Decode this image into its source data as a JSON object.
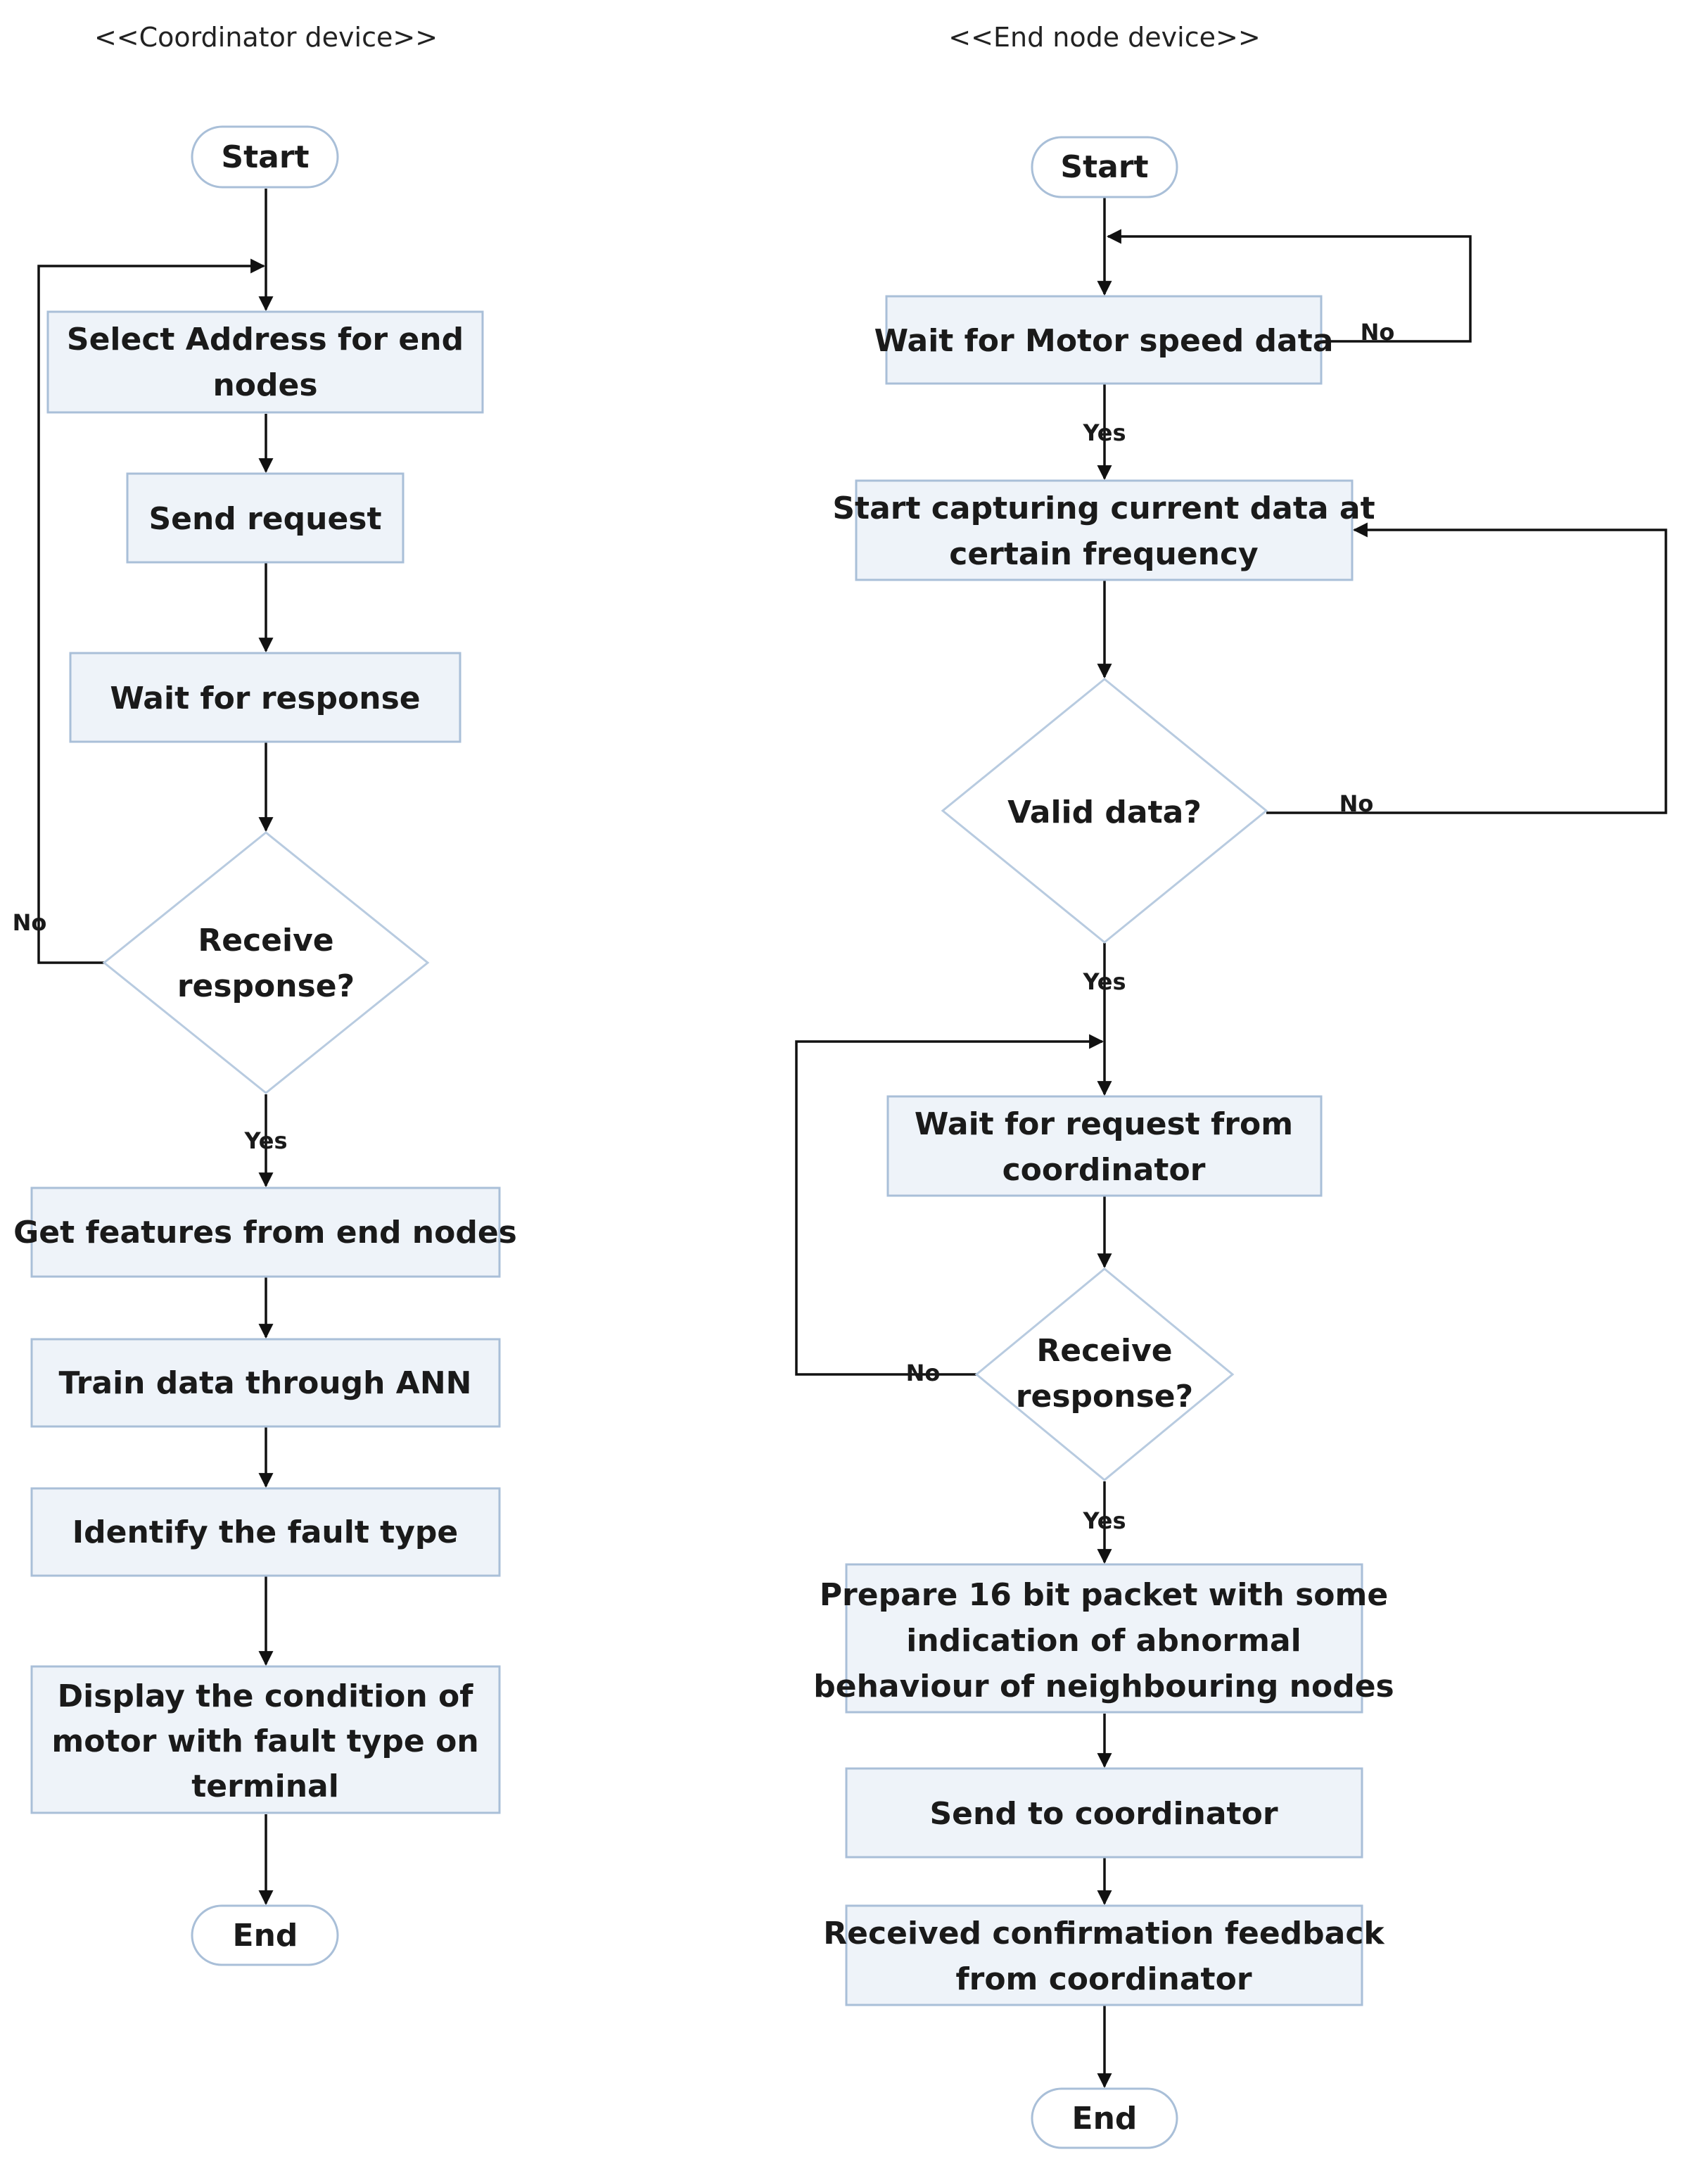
{
  "lanes": {
    "coordinator_title": "<<Coordinator device>>",
    "end_node_title": "<<End node device>>"
  },
  "coordinator": {
    "start": "Start",
    "select_address": [
      "Select Address for end",
      "nodes"
    ],
    "send_request": "Send request",
    "wait_response": "Wait for response",
    "receive_response": [
      "Receive",
      "response?"
    ],
    "get_features": "Get features from end nodes",
    "train_data": "Train data through ANN",
    "identify_fault": "Identify the fault type",
    "display_condition": [
      "Display the condition of",
      "motor with fault type on",
      "terminal"
    ],
    "end": "End",
    "label_no": "No",
    "label_yes": "Yes"
  },
  "end_node": {
    "start": "Start",
    "wait_motor": "Wait for Motor speed data",
    "start_capturing": [
      "Start capturing current data at",
      "certain frequency"
    ],
    "valid_data": "Valid data?",
    "wait_request": [
      "Wait for request from",
      "coordinator"
    ],
    "receive_response": [
      "Receive",
      "response?"
    ],
    "prepare_packet": [
      "Prepare 16 bit packet with some",
      "indication of abnormal",
      "behaviour of neighbouring nodes"
    ],
    "send_coordinator": "Send to coordinator",
    "received_confirmation": [
      "Received confirmation feedback",
      "from coordinator"
    ],
    "end": "End",
    "label_no_motor": "No",
    "label_yes_motor": "Yes",
    "label_no_valid": "No",
    "label_yes_valid": "Yes",
    "label_no_receive": "No",
    "label_yes_receive": "Yes"
  }
}
